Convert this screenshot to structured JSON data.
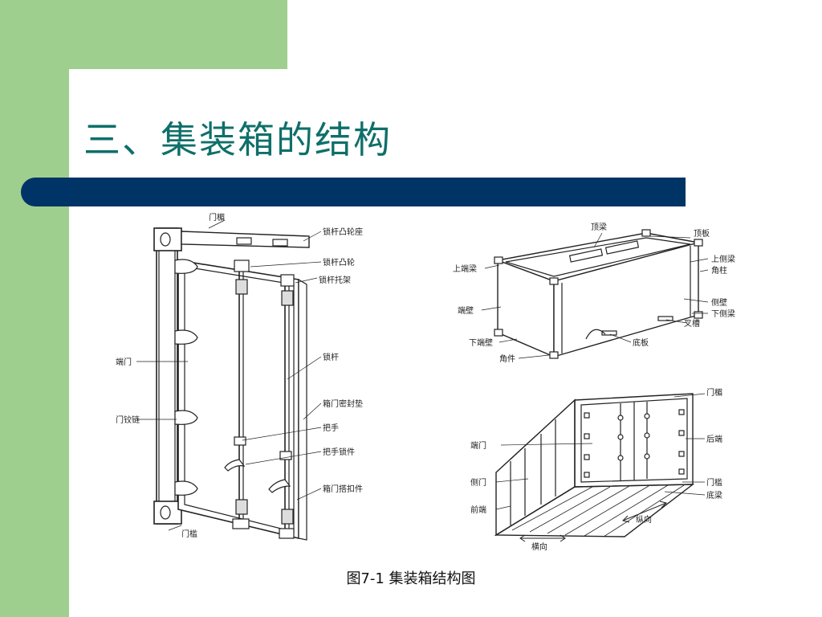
{
  "slide": {
    "title": "三、集装箱的结构",
    "caption": "图7-1 集装箱结构图"
  },
  "door_diagram": {
    "labels": {
      "men_mei": "门楣",
      "suo_gan_tu_lun_zuo": "锁杆凸轮座",
      "suo_gan_tu_lun": "锁杆凸轮",
      "suo_gan_tuo_jia": "锁杆托架",
      "duan_men": "端门",
      "suo_gan": "锁杆",
      "xiang_men_mi_feng_dian": "箱门密封垫",
      "men_jiao_lian": "门铰链",
      "ba_shou": "把手",
      "ba_shou_suo_jian": "把手锁件",
      "xiang_men_da_kou_jian": "箱门搭扣件",
      "men_kan": "门槛"
    }
  },
  "box_diagram": {
    "labels": {
      "ding_liang": "顶梁",
      "ding_ban": "顶板",
      "shang_duan_liang": "上端梁",
      "shang_ce_liang": "上侧梁",
      "jiao_zhu": "角柱",
      "duan_bi": "端壁",
      "ce_bi": "侧壁",
      "xia_ce_liang": "下侧梁",
      "cha_cao": "叉槽",
      "xia_duan_bi": "下端壁",
      "di_ban": "底板",
      "jiao_jian": "角件"
    }
  },
  "frame_diagram": {
    "labels": {
      "men_mei": "门楣",
      "duan_men": "端门",
      "hou_duan": "后端",
      "ce_men": "侧门",
      "men_kan": "门槛",
      "qian_duan": "前端",
      "di_liang": "底梁",
      "zong_xiang": "纵向",
      "heng_xiang": "横向"
    }
  }
}
